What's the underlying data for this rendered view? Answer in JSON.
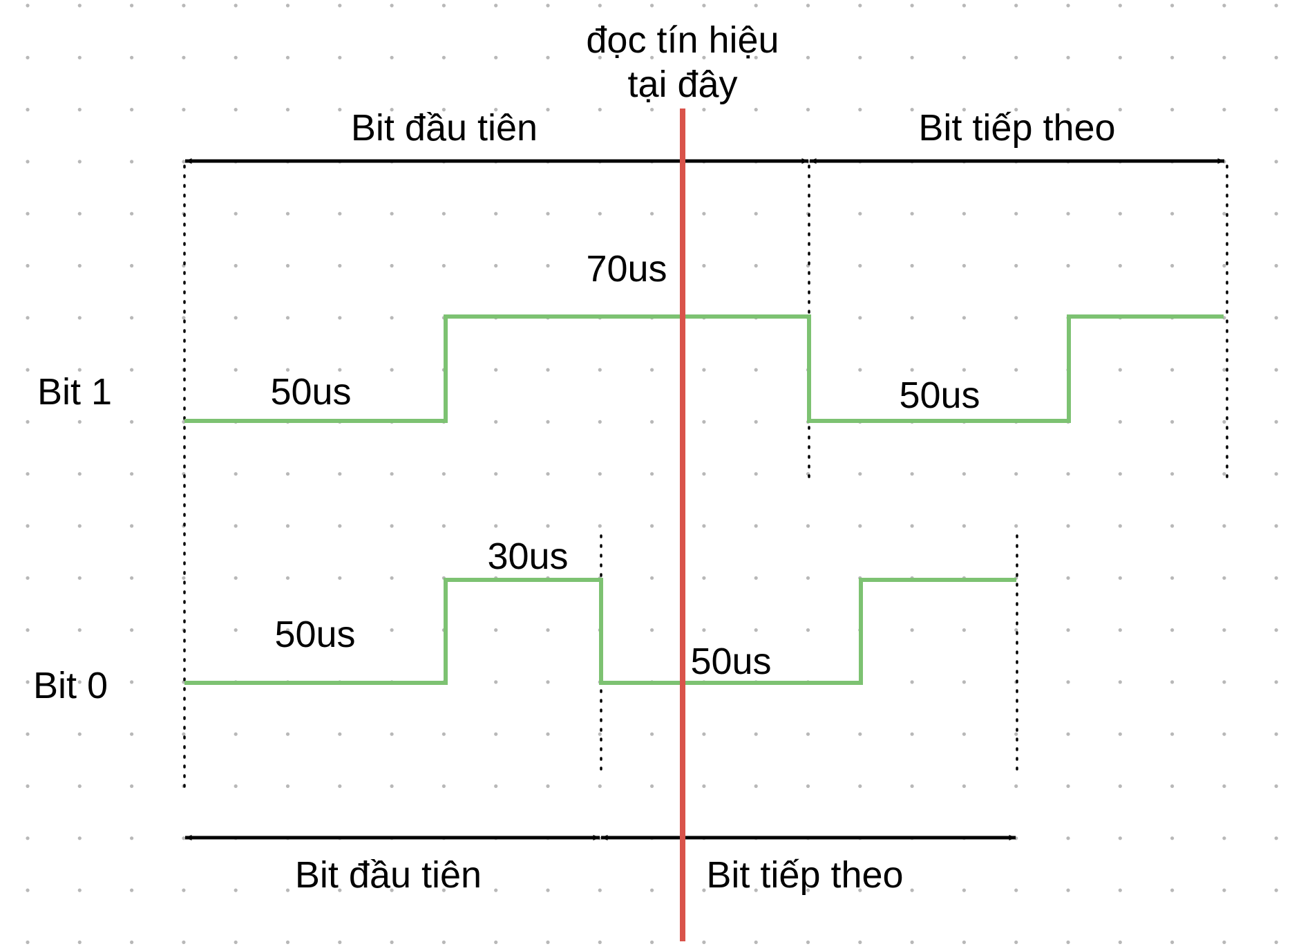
{
  "colors": {
    "signal": "#7dc272",
    "read_line": "#d9534a",
    "arrows": "#000000",
    "grid_dots": "#b8b8b8",
    "background": "#ffffff"
  },
  "read_marker": {
    "label_line1": "đọc tín hiệu",
    "label_line2": "tại đây"
  },
  "bit1": {
    "row_label": "Bit 1",
    "first_bit_label": "Bit đầu tiên",
    "next_bit_label": "Bit tiếp theo",
    "low1_label": "50us",
    "high1_label": "70us",
    "low2_label": "50us"
  },
  "bit0": {
    "row_label": "Bit 0",
    "first_bit_label": "Bit đầu tiên",
    "next_bit_label": "Bit tiếp theo",
    "low1_label": "50us",
    "high1_label": "30us",
    "low2_label": "50us"
  }
}
